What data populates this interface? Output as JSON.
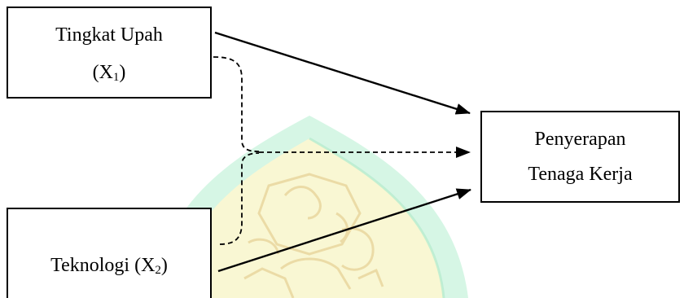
{
  "diagram": {
    "nodes": {
      "x1": {
        "label": "Tingkat Upah",
        "symbol": "X",
        "subscript": "1"
      },
      "x2": {
        "label": "Teknologi",
        "symbol": "X",
        "subscript": "2"
      },
      "y": {
        "line1": "Penyerapan",
        "line2": "Tenaga Kerja"
      }
    },
    "edges": [
      {
        "from": "x1",
        "to": "y",
        "style": "solid"
      },
      {
        "from": "x2",
        "to": "y",
        "style": "solid"
      },
      {
        "from": "x1 + x2",
        "to": "y",
        "style": "dashed"
      }
    ],
    "watermark_color": "#3fd58c",
    "watermark_inner_color": "#fff1a8"
  }
}
